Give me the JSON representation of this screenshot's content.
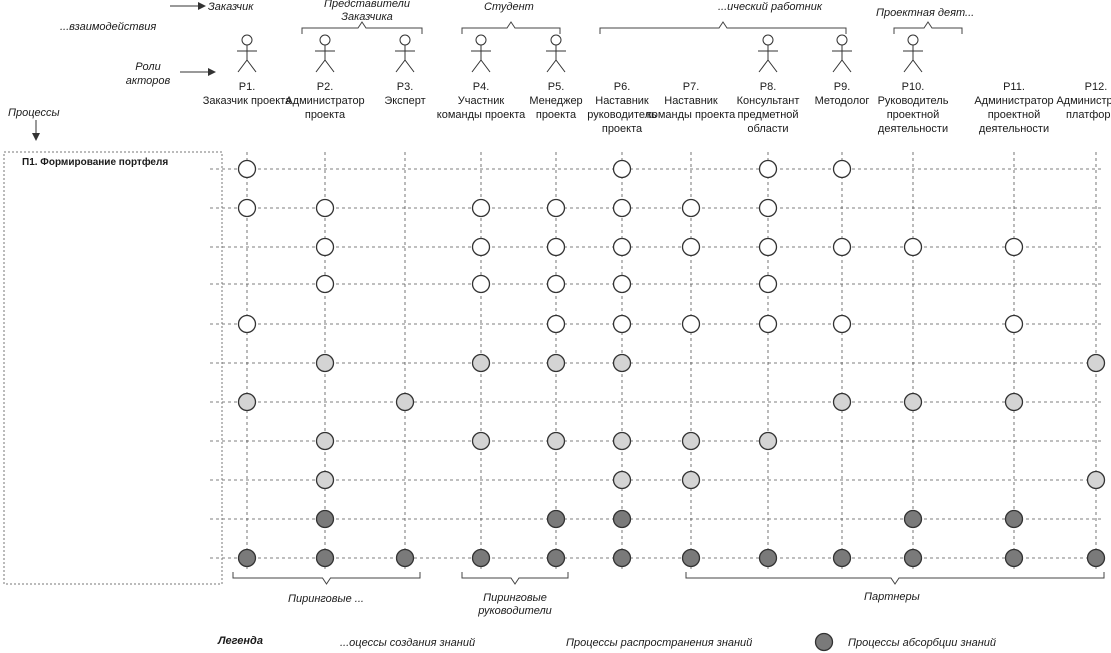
{
  "header": {
    "roles_label": "Роли акторов",
    "interaction_label": "...взаимодействия",
    "processes_label": "Процессы",
    "legend_label": "Легенда"
  },
  "groups": {
    "customer": "Заказчик",
    "customer_rep": "Представители Заказчика",
    "student": "Студент",
    "academic_staff": "...ический работник",
    "project_activity": "Проектная деят..."
  },
  "actors": [
    {
      "code": "P1.",
      "name": "Заказчик проекта"
    },
    {
      "code": "P2.",
      "name": "Администратор проекта"
    },
    {
      "code": "P3.",
      "name": "Эксперт"
    },
    {
      "code": "P4.",
      "name": "Участник команды проекта"
    },
    {
      "code": "P5.",
      "name": "Менеджер проекта"
    },
    {
      "code": "P6.",
      "name": "Наставник руководитель проекта"
    },
    {
      "code": "P7.",
      "name": "Наставник команды проекта"
    },
    {
      "code": "P8.",
      "name": "Консультант предметной области"
    },
    {
      "code": "P9.",
      "name": "Методолог"
    },
    {
      "code": "P10.",
      "name": "Руководитель проектной деятельности"
    },
    {
      "code": "P11.",
      "name": "Администратор проектной деятельности"
    },
    {
      "code": "P12.",
      "name": "Администратор платформы"
    }
  ],
  "processes": [
    "П1. Формирование портфеля",
    "",
    "",
    "",
    "",
    "",
    "",
    "",
    "",
    "",
    ""
  ],
  "legend": {
    "creation": "...оцессы создания знаний",
    "distribution": "Процессы распространения знаний",
    "absorption": "Процессы абсорбции знаний"
  },
  "bottom_groups": {
    "left": "Пиринговые ...",
    "middle": "Пиринговые руководители",
    "right": "Партнеры"
  },
  "colors": {
    "creation": "#ffffff",
    "distribution": "#d4d4d4",
    "absorption": "#7a7a7a",
    "line": "#555555"
  },
  "matrix": [
    [
      1,
      0,
      0,
      0,
      0,
      1,
      0,
      1,
      1,
      0,
      0,
      0
    ],
    [
      1,
      1,
      0,
      1,
      1,
      1,
      1,
      1,
      0,
      0,
      0,
      0
    ],
    [
      0,
      1,
      0,
      1,
      1,
      1,
      1,
      1,
      1,
      1,
      1,
      0
    ],
    [
      0,
      1,
      0,
      1,
      1,
      1,
      0,
      1,
      0,
      0,
      0,
      0
    ],
    [
      1,
      0,
      0,
      0,
      1,
      1,
      1,
      1,
      1,
      0,
      1,
      0
    ],
    [
      0,
      2,
      0,
      2,
      2,
      2,
      0,
      0,
      0,
      0,
      0,
      2
    ],
    [
      2,
      0,
      2,
      0,
      0,
      0,
      0,
      0,
      2,
      2,
      2,
      0
    ],
    [
      0,
      2,
      0,
      2,
      2,
      2,
      2,
      2,
      0,
      0,
      0,
      0
    ],
    [
      0,
      2,
      0,
      0,
      0,
      2,
      2,
      0,
      0,
      0,
      0,
      2
    ],
    [
      0,
      3,
      0,
      0,
      3,
      3,
      0,
      0,
      0,
      3,
      3,
      0
    ],
    [
      3,
      3,
      3,
      3,
      3,
      3,
      3,
      3,
      3,
      3,
      3,
      3
    ]
  ]
}
